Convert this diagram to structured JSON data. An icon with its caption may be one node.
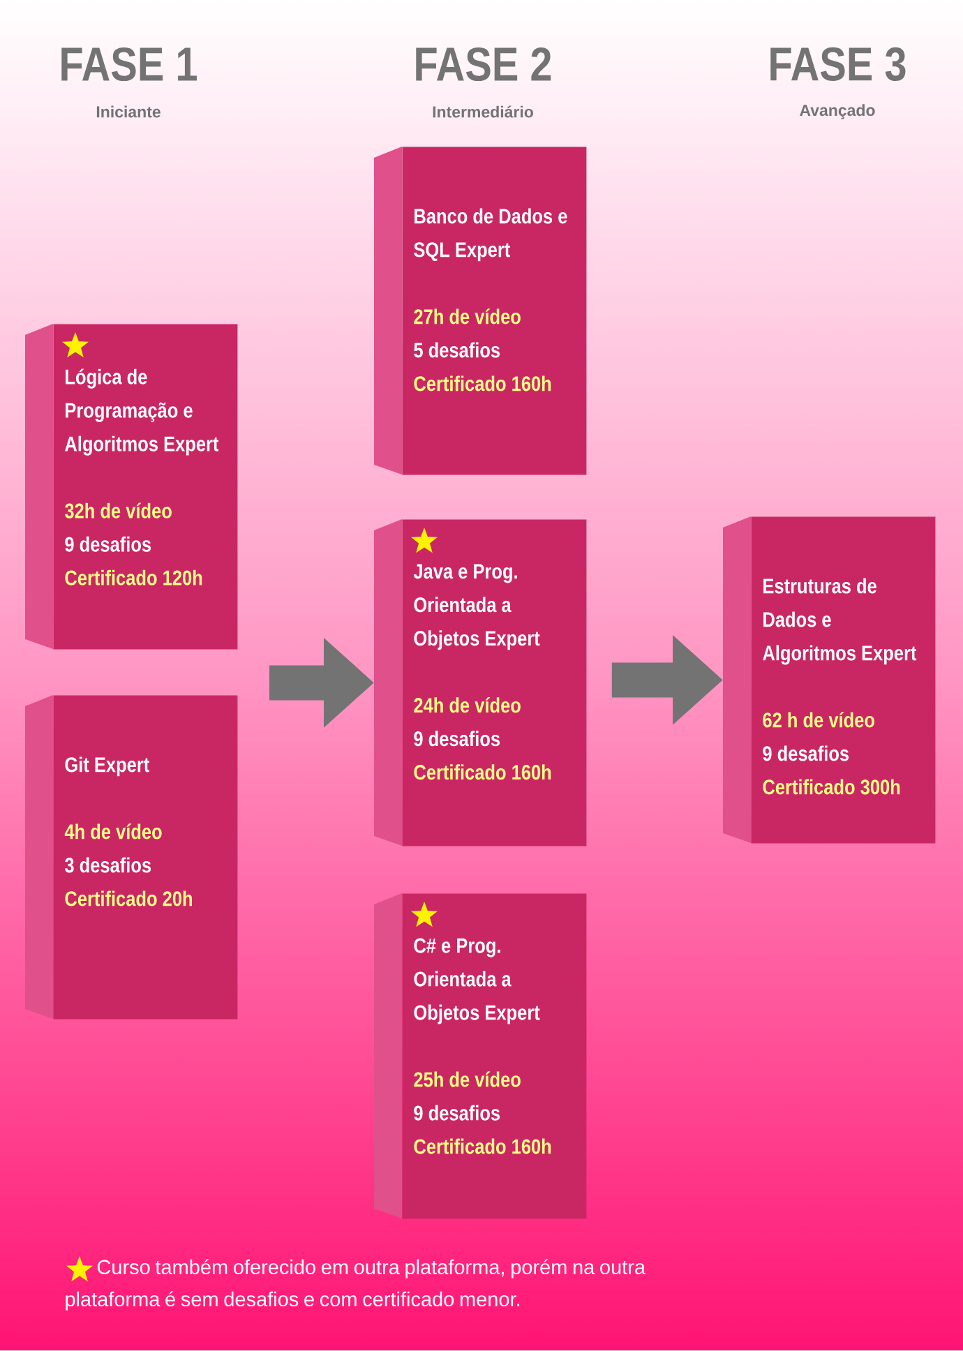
{
  "diagram": {
    "nodes": [
      {
        "text": [
          "Lógica de Programação e Algoritmos Expert",
          "32h de vídeo",
          "9 desafios",
          "Certificado 120h"
        ]
      },
      {
        "text": [
          "Git Expert",
          "4h de vídeo",
          "3 desafios",
          "Certificado 20h"
        ]
      },
      {
        "text": [
          "Banco de Dados e SQL Expert",
          "27h de vídeo",
          "5 desafios",
          "Certificado 160h"
        ]
      },
      {
        "text": [
          "Java e Prog. Orientada a Objetos Expert",
          "24h de vídeo",
          "9 desafios",
          "Certificado 160h"
        ]
      },
      {
        "text": [
          "C# e Prog. Orientada a Objetos Expert",
          "25h de vídeo",
          "9 desafios",
          "Certificado 160h"
        ]
      },
      {
        "text": [
          "Estruturas de Dados e Algoritmos Expert",
          "62 h de vídeo",
          "9 desafios",
          "Certificado 300h"
        ]
      }
    ],
    "edges": [
      {
        "from": null,
        "to": 3,
        "arrow": "to"
      },
      {
        "from": 3,
        "to": 5,
        "arrow": "to"
      }
    ],
    "labels": [
      "FASE 1",
      "FASE 2",
      "FASE 3",
      "Iniciante",
      "Intermediário",
      "Avançado",
      "Curso também oferecido em outra plataforma, porém na outra plataforma é sem desafios e com certificado menor."
    ]
  }
}
